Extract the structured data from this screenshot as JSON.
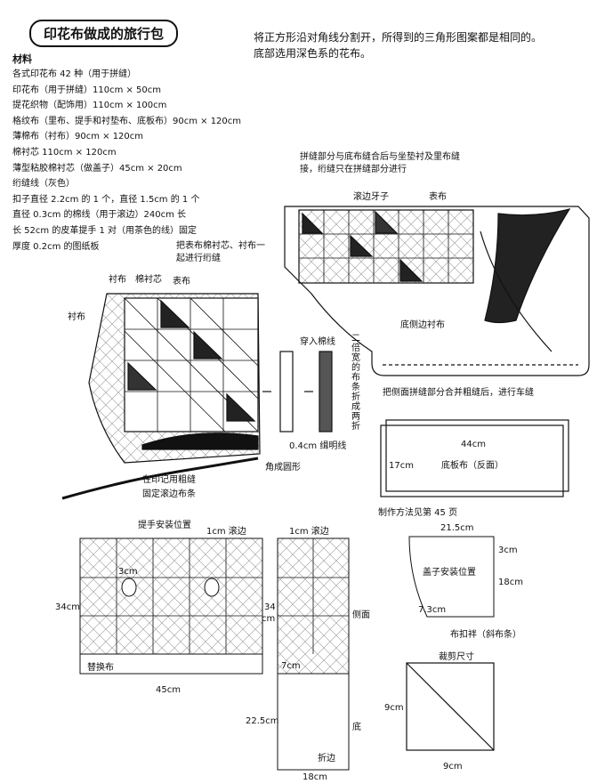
{
  "title": "印花布做成的旅行包",
  "intro": "将正方形沿对角线分割开，所得到的三角形图案都是相同的。底部选用深色系的花布。",
  "materials": {
    "heading": "材料",
    "items": [
      "各式印花布 42 种（用于拼缝）",
      "印花布（用于拼缝）110cm × 50cm",
      "提花织物（配饰用）110cm × 100cm",
      "格纹布（里布、提手和衬垫布、底板布）90cm × 120cm",
      "薄棉布（衬布）90cm × 120cm",
      "棉衬芯 110cm × 120cm",
      "薄型粘胶棉衬芯（做盖子）45cm × 20cm",
      "绗缝线（灰色）",
      "扣子直径 2.2cm 的 1 个，直径 1.5cm 的 1 个",
      "直径 0.3cm 的棉线（用于滚边）240cm 长",
      "长 52cm 的皮革提手 1 对（用茶色的线）固定",
      "厚度 0.2cm 的图纸板"
    ]
  },
  "labels": {
    "top_note": "拼缝部分与底布缝合后与坐垫衬及里布缝接，绗缝只在拼缝部分进行",
    "piping": "滚边牙子",
    "outer": "表布",
    "bottom_lining": "底侧边衬布",
    "join_note": "把侧面拼缝部分合并粗缝后，进行车缝",
    "quilt_note": "把表布棉衬芯、衬布一起进行绗缝",
    "lining": "衬布",
    "batting": "棉衬芯",
    "outer2": "表布",
    "lining2": "衬布",
    "insert_cord": "穿入棉线",
    "fold_note": "二倍宽的布条折成两折",
    "seam": "0.4cm 缉明线",
    "round_corner": "角成圆形",
    "baste": "在印记用粗缝",
    "fix_binding": "固定滚边布条",
    "base_size_w": "44cm",
    "base_size_h": "17cm",
    "base_board": "底板布（反面）",
    "method_ref": "制作方法见第 45 页",
    "handle_pos": "提手安装位置",
    "binding_1cm": "1cm 滚边",
    "binding_1cm_b": "1cm 滚边",
    "dim_3cm": "3cm",
    "dim_34_left": "34cm",
    "dim_34_mid": "34",
    "dim_cm_mid": "cm",
    "replace_cloth": "替换布",
    "dim_45": "45cm",
    "dim_7": "7cm",
    "side": "侧面",
    "dim_225": "22.5cm",
    "bottom": "底",
    "fold": "折边",
    "dim_18": "18cm",
    "dim_215": "21.5cm",
    "dim_3cm_b": "3cm",
    "lid_handle_pos": "盖子安装位置",
    "dim_18_r": "18cm",
    "dim_73": "7.3cm",
    "loop": "布扣袢（斜布条）",
    "cut_size": "裁剪尺寸",
    "dim_9_left": "9cm",
    "dim_9_bottom": "9cm"
  }
}
